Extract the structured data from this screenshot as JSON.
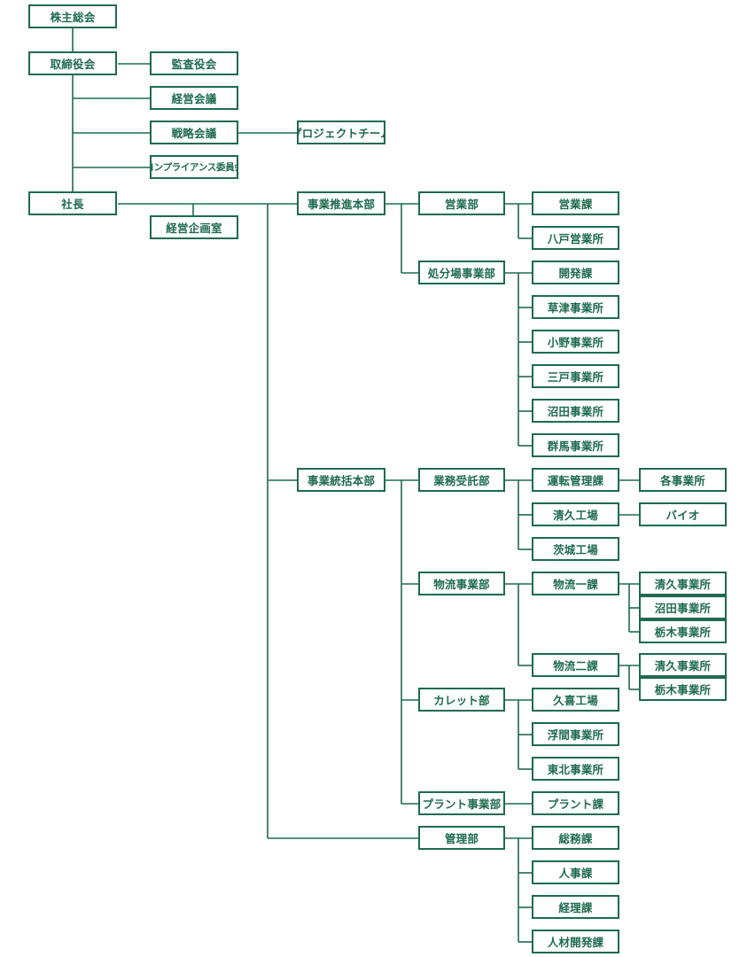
{
  "theme": {
    "line_color": "#1e6b4e",
    "text_color": "#1e6b4e",
    "background": "#ffffff"
  },
  "org": {
    "shareholders": "株主総会",
    "board": "取締役会",
    "auditor": "監査役会",
    "mgmt_meeting": "経営会議",
    "strategy_meeting": "戦略会議",
    "project_team": "プロジェクトチーム",
    "compliance": "コンプライアンス委員会",
    "president": "社長",
    "planning_office": "経営企画室",
    "biz_promo_hq": "事業推進本部",
    "sales_dept": "営業部",
    "sales_sec": "営業課",
    "hachinohe": "八戸営業所",
    "disposal_dept": "処分場事業部",
    "dev_sec": "開発課",
    "kusatsu": "草津事業所",
    "ono": "小野事業所",
    "sannohe": "三戸事業所",
    "numata_1": "沼田事業所",
    "gunma": "群馬事業所",
    "biz_control_hq": "事業統括本部",
    "contract_dept": "業務受託部",
    "ops_mgmt_sec": "運転管理課",
    "each_office": "各事業所",
    "seiku_factory": "清久工場",
    "bio": "バイオ",
    "ibaraki_factory": "茨城工場",
    "logistics_dept": "物流事業部",
    "logi1": "物流一課",
    "seiku_1": "清久事業所",
    "numata_2": "沼田事業所",
    "tochigi_1": "栃木事業所",
    "logi2": "物流二課",
    "seiku_2": "清久事業所",
    "tochigi_2": "栃木事業所",
    "cullet_dept": "カレット部",
    "kuki_factory": "久喜工場",
    "ukima": "浮間事業所",
    "tohoku": "東北事業所",
    "plant_dept": "プラント事業部",
    "plant_sec": "プラント課",
    "admin_dept": "管理部",
    "general_sec": "総務課",
    "hr_sec": "人事課",
    "accounting_sec": "経理課",
    "talent_sec": "人材開発課"
  }
}
